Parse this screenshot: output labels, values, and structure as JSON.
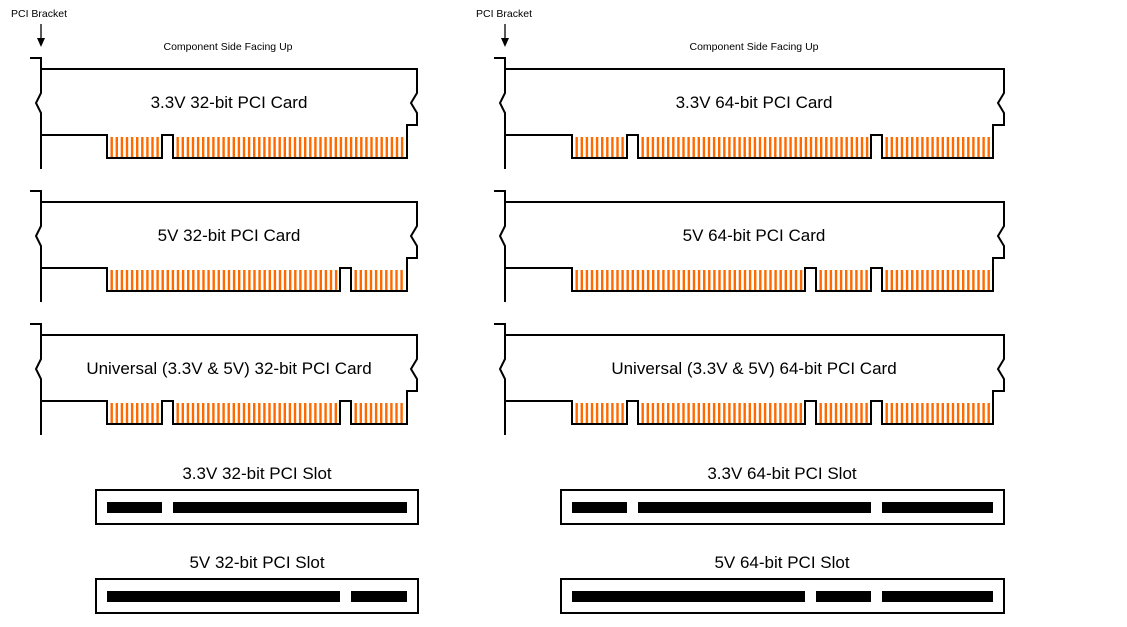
{
  "title": "PCI card and slot keying diagram",
  "colors": {
    "outline": "#000000",
    "contact_fingers": "#ff6a00",
    "slot_key": "#000000",
    "background": "#ffffff"
  },
  "columns": [
    {
      "id": "32-bit",
      "bracket_label": "PCI Bracket",
      "orientation_label": "Component Side Facing Up",
      "cards": [
        {
          "label": "3.3V 32-bit PCI Card",
          "keying": "3.3V",
          "segments": [
            "short",
            "long"
          ]
        },
        {
          "label": "5V 32-bit PCI Card",
          "keying": "5V",
          "segments": [
            "long",
            "short"
          ]
        },
        {
          "label": "Universal (3.3V & 5V) 32-bit PCI Card",
          "keying": "Universal",
          "segments": [
            "short",
            "middle",
            "short"
          ]
        }
      ],
      "slots": [
        {
          "label": "3.3V 32-bit PCI Slot",
          "keying": "3.3V"
        },
        {
          "label": "5V 32-bit PCI Slot",
          "keying": "5V"
        }
      ]
    },
    {
      "id": "64-bit",
      "bracket_label": "PCI Bracket",
      "orientation_label": "Component Side Facing Up",
      "cards": [
        {
          "label": "3.3V 64-bit PCI Card",
          "keying": "3.3V",
          "segments": [
            "short",
            "long",
            "ext64"
          ]
        },
        {
          "label": "5V 64-bit PCI Card",
          "keying": "5V",
          "segments": [
            "long",
            "short",
            "ext64"
          ]
        },
        {
          "label": "Universal (3.3V & 5V) 64-bit PCI Card",
          "keying": "Universal",
          "segments": [
            "short",
            "middle",
            "short",
            "ext64"
          ]
        }
      ],
      "slots": [
        {
          "label": "3.3V 64-bit PCI Slot",
          "keying": "3.3V"
        },
        {
          "label": "5V 64-bit PCI Slot",
          "keying": "5V"
        }
      ]
    }
  ]
}
